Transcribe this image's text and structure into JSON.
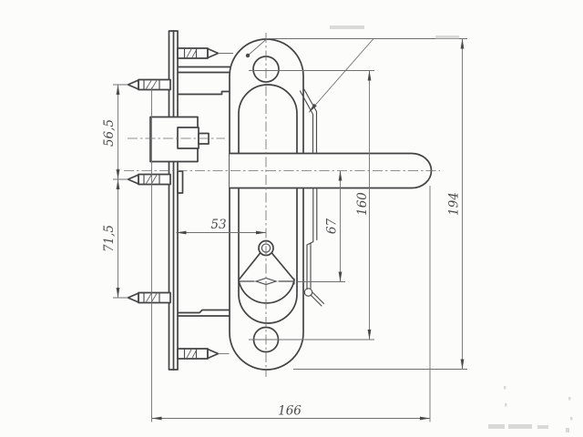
{
  "drawing": {
    "subject": "mortise-lock-with-handle-technical-drawing",
    "colors": {
      "background": "#fcfcfb",
      "outline": "#434343",
      "thin_line": "#707070",
      "dimension_text": "#4a4a4a"
    },
    "dimensions": {
      "screw_spacing_upper": "56,5",
      "screw_spacing_lower": "71,5",
      "backset": "53",
      "handle_axis_to_thumbturn": "67",
      "hole_spacing": "160",
      "escutcheon_length": "194",
      "overall_depth": "166"
    }
  }
}
